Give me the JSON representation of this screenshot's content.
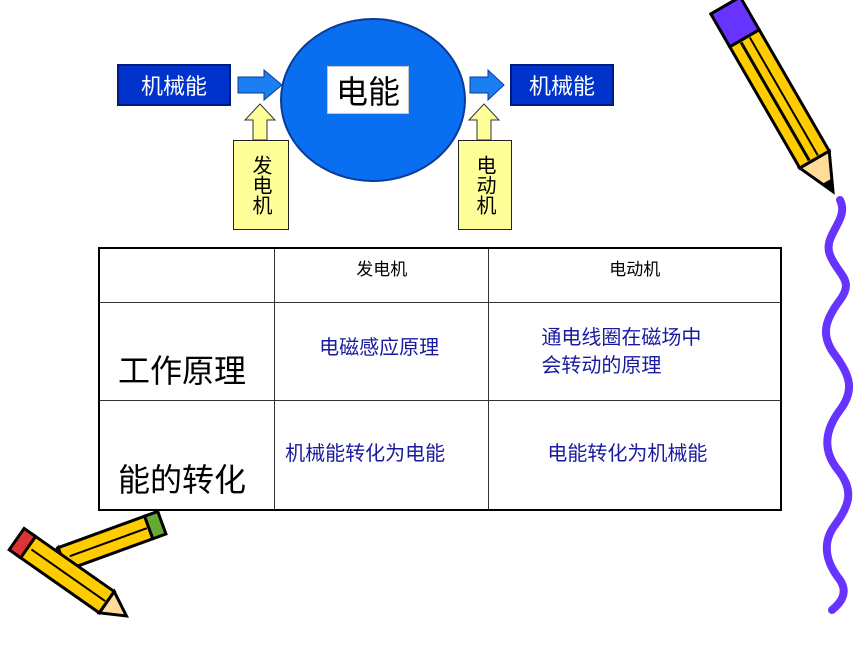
{
  "diagram": {
    "left_box": "机械能",
    "center": "电能",
    "right_box": "机械能",
    "generator_label": "发电机",
    "motor_label": "电动机"
  },
  "table": {
    "columns": [
      "",
      "发电机",
      "电动机"
    ],
    "rows": [
      {
        "label": "工作原理",
        "generator": "电磁感应原理",
        "motor_line1": "通电线圈在磁场中",
        "motor_line2": "会转动的原理"
      },
      {
        "label": "能的转化",
        "generator": "机械能转化为电能",
        "motor": "电能转化为机械能"
      }
    ]
  },
  "colors": {
    "box_blue": "#0033cc",
    "circle_blue": "#0a6ef0",
    "label_yellow": "#ffff99",
    "text_blue": "#1a1aa0",
    "squiggle": "#6633ff"
  },
  "icons": [
    "pencil-icon",
    "crossed-pencils-icon",
    "squiggle-line"
  ]
}
